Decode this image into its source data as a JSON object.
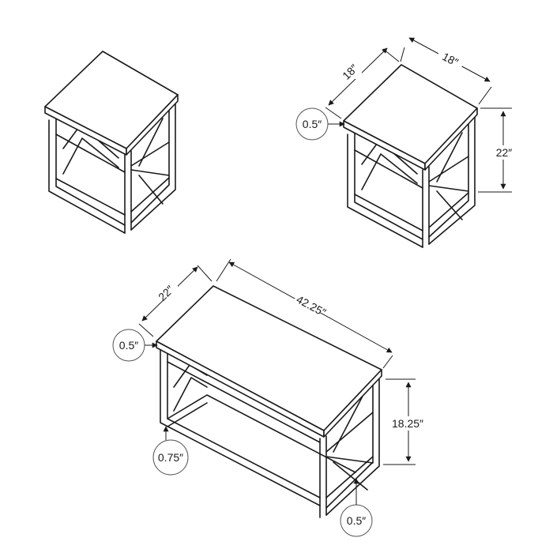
{
  "dimensions": {
    "end_table_depth": "18″",
    "end_table_width": "18″",
    "end_table_height": "22″",
    "end_table_top_thickness": "0.5″",
    "coffee_table_depth": "22″",
    "coffee_table_length": "42.25″",
    "coffee_table_height": "18.25″",
    "coffee_table_top_thickness": "0.5″",
    "coffee_table_leg_size": "0.75″",
    "coffee_table_shelf_thickness": "0.5″"
  }
}
